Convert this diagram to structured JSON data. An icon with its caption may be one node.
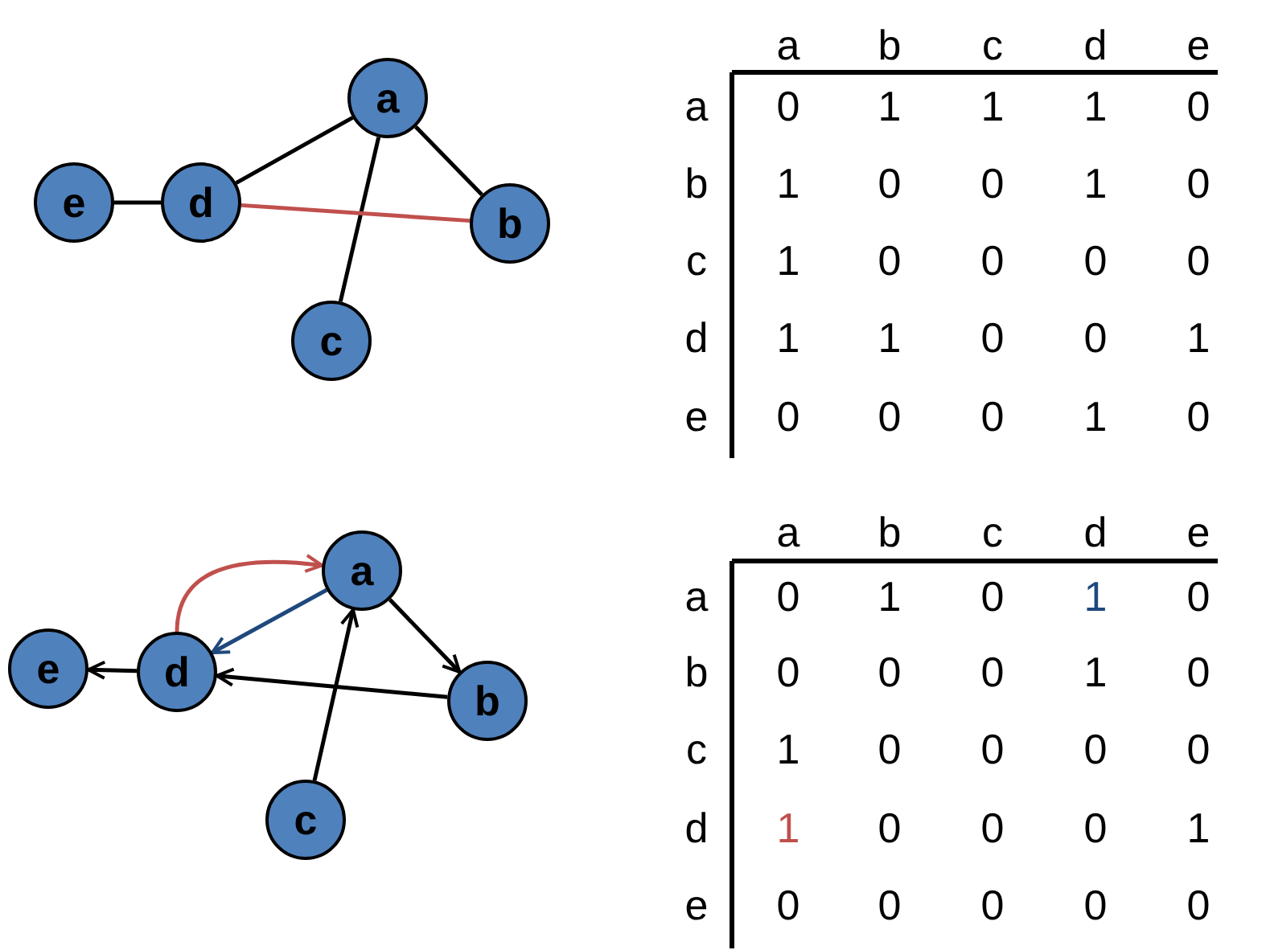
{
  "diagram": {
    "nodes": [
      {
        "text": [
          "a"
        ]
      },
      {
        "text": [
          "e"
        ]
      },
      {
        "text": [
          "d"
        ]
      },
      {
        "text": [
          "b"
        ]
      },
      {
        "text": [
          "c"
        ]
      },
      {
        "text": [
          "a"
        ]
      },
      {
        "text": [
          "e"
        ]
      },
      {
        "text": [
          "d"
        ]
      },
      {
        "text": [
          "b"
        ]
      },
      {
        "text": [
          "c"
        ]
      }
    ],
    "edges": [
      {
        "from": 0,
        "to": 2,
        "arrow": "none"
      },
      {
        "from": 0,
        "to": 3,
        "arrow": "none"
      },
      {
        "from": 0,
        "to": 4,
        "arrow": "none"
      },
      {
        "from": 1,
        "to": 2,
        "arrow": "none"
      },
      {
        "from": 2,
        "to": 3,
        "arrow": "none",
        "color": "#c0504d"
      },
      {
        "from": 7,
        "to": 5,
        "arrow": "to",
        "color": "#c0504d"
      },
      {
        "from": 5,
        "to": 7,
        "arrow": "to",
        "color": "#1f497d"
      },
      {
        "from": 5,
        "to": 8,
        "arrow": "to"
      },
      {
        "from": 8,
        "to": 7,
        "arrow": "to"
      },
      {
        "from": 9,
        "to": 5,
        "arrow": "to"
      },
      {
        "from": 7,
        "to": 6,
        "arrow": "to"
      }
    ],
    "labels": [
      "a",
      "b",
      "c",
      "d",
      "e",
      "a",
      "0",
      "1",
      "1",
      "1",
      "0",
      "b",
      "1",
      "0",
      "0",
      "1",
      "0",
      "c",
      "1",
      "0",
      "0",
      "0",
      "0",
      "d",
      "1",
      "1",
      "0",
      "0",
      "1",
      "e",
      "0",
      "0",
      "0",
      "1",
      "0",
      "a",
      "b",
      "c",
      "d",
      "e",
      "a",
      "0",
      "1",
      "0",
      "1",
      "0",
      "b",
      "0",
      "0",
      "0",
      "1",
      "0",
      "c",
      "1",
      "0",
      "0",
      "0",
      "0",
      "d",
      "1",
      "0",
      "0",
      "0",
      "1",
      "e",
      "0",
      "0",
      "0",
      "0",
      "0"
    ]
  }
}
